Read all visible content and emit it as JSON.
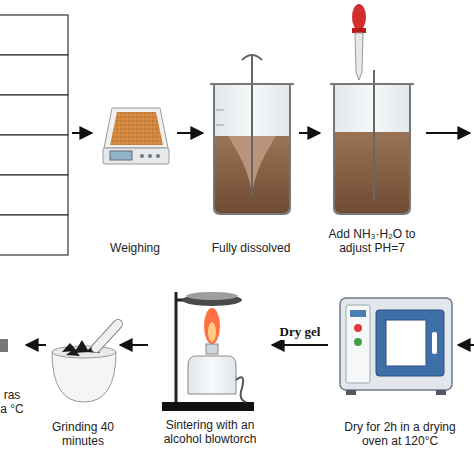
{
  "diagram": {
    "nodes": [
      {
        "text": [
          "Weighing"
        ]
      },
      {
        "text": [
          "Fully dissolved"
        ]
      },
      {
        "text": [
          "Add NH₃·H₂O to adjust PH=7"
        ]
      },
      {
        "text": [
          "Dry for 2h in a drying oven at 120°C"
        ]
      },
      {
        "text": [
          "Sintering with an alcohol blowtorch"
        ]
      },
      {
        "text": [
          "Grinding 40 minutes"
        ]
      },
      {
        "text": [
          "ras a °C"
        ]
      }
    ],
    "edges": [
      {
        "from": 0,
        "to": 1,
        "arrow": "to"
      },
      {
        "from": 1,
        "to": 2,
        "arrow": "to"
      },
      {
        "from": 3,
        "to": 4,
        "arrow": "to",
        "label": "Dry gel"
      },
      {
        "from": 4,
        "to": 5,
        "arrow": "to"
      },
      {
        "from": 5,
        "to": 6,
        "arrow": "to"
      }
    ]
  }
}
